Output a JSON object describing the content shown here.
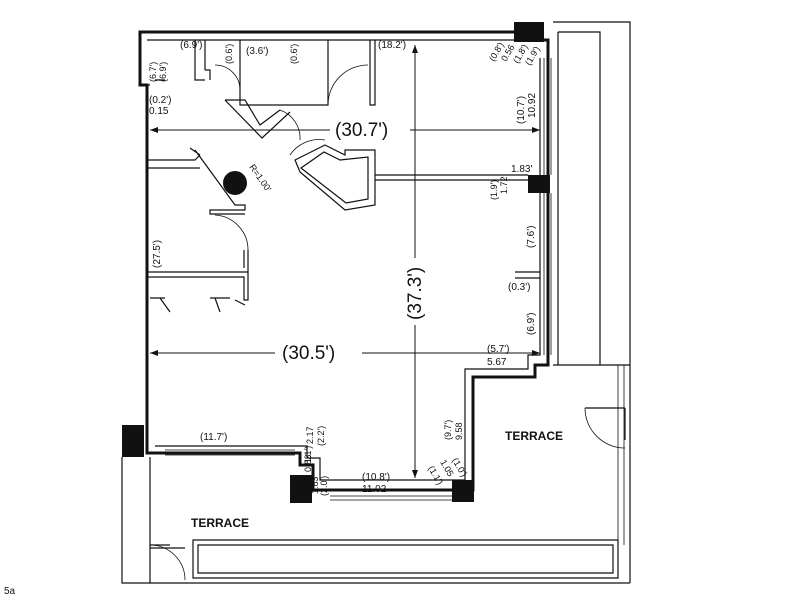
{
  "rooms": {
    "terrace_right": "TERRACE",
    "terrace_bottom": "TERRACE"
  },
  "dimensions": {
    "width_upper": "(30.7')",
    "width_lower": "(30.5')",
    "depth": "(37.3')",
    "top_wall": "(18.2')",
    "top_left_a": "(6.9')",
    "top_left_b": "(0.6')",
    "top_left_c": "(3.6')",
    "top_left_d": "(0.6')",
    "left_a": "(6.7')",
    "left_b": "(6.9')",
    "left_c1": "(0.2')",
    "left_c2": "0.15",
    "left_d": "(27.5')",
    "right_a1": "(0.8')",
    "right_a2": "0.56",
    "right_b1": "(1.8')",
    "right_b2": "(1.9')",
    "right_c1": "(10.7')",
    "right_c2": "10.92",
    "right_d": "1.83'",
    "right_e1": "(1.9')",
    "right_e2": "1.72",
    "right_f": "(7.6')",
    "right_g": "(0.3')",
    "right_h": "(6.9')",
    "right_i1": "(5.7')",
    "right_i2": "5.67",
    "bottom_a": "(11.7')",
    "bottom_b1": "2.17",
    "bottom_b2": "(2.2')",
    "bottom_b3": "(1.1')",
    "bottom_b4": "0.83",
    "bottom_b5": "1.83",
    "bottom_b6": "(2.0')",
    "bottom_c1": "(10.8')",
    "bottom_c2": "11.02",
    "bottom_d1": "(9.7')",
    "bottom_d2": "9.58",
    "bottom_e1": "(1.1')",
    "bottom_e2": "1.05",
    "bottom_e3": "(1.0')",
    "radius": "R=1.00'"
  },
  "sheet_label": "5a"
}
